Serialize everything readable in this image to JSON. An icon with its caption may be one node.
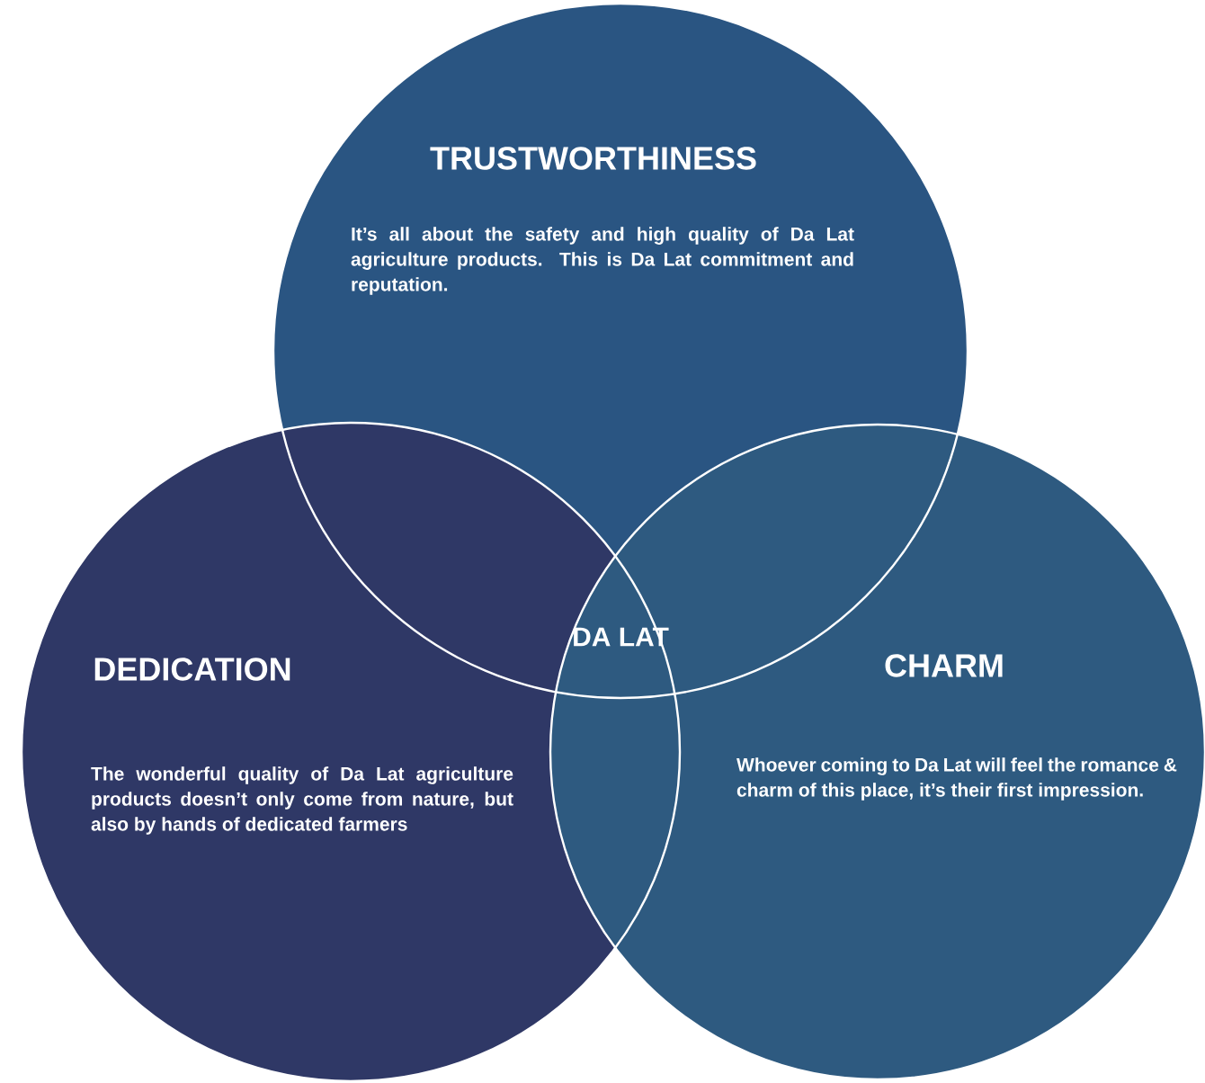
{
  "diagram": {
    "nodes": [
      {
        "text": [
          "TRUSTWORTHINESS",
          "It’s all about the safety and high quality of Da Lat agriculture products. This is Da Lat commitment and reputation."
        ]
      },
      {
        "text": [
          "DEDICATION",
          "The wonderful quality of Da Lat agriculture products doesn’t only come from nature, but also by hands of dedicated farmers"
        ]
      },
      {
        "text": [
          "CHARM",
          "Whoever coming to Da Lat will feel the romance & charm of this place, it’s their first impression."
        ]
      }
    ],
    "labels": [
      "DA LAT"
    ]
  }
}
